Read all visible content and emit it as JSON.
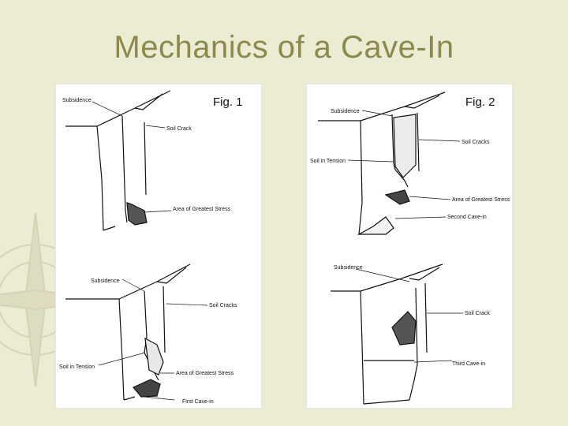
{
  "slide": {
    "title": "Mechanics of a Cave-In"
  },
  "fig1": {
    "label": "Fig. 1",
    "top": {
      "subsidence": "Subsidence",
      "soil_crack": "Soil Crack",
      "stress": "Area of Greatest Stress"
    },
    "bottom": {
      "subsidence": "Subsidence",
      "soil_cracks": "Soil Cracks",
      "tension": "Soil in Tension",
      "stress": "Area of Greatest Stress",
      "cave_in": "First Cave-in"
    }
  },
  "fig2": {
    "label": "Fig. 2",
    "top": {
      "subsidence": "Subsidence",
      "soil_cracks": "Soil Cracks",
      "tension": "Soil in Tension",
      "stress": "Area of Greatest Stress",
      "cave_in": "Second Cave-in"
    },
    "bottom": {
      "subsidence": "Subsidence",
      "soil_crack": "Soil Crack",
      "cave_in": "Third Cave-in"
    }
  }
}
